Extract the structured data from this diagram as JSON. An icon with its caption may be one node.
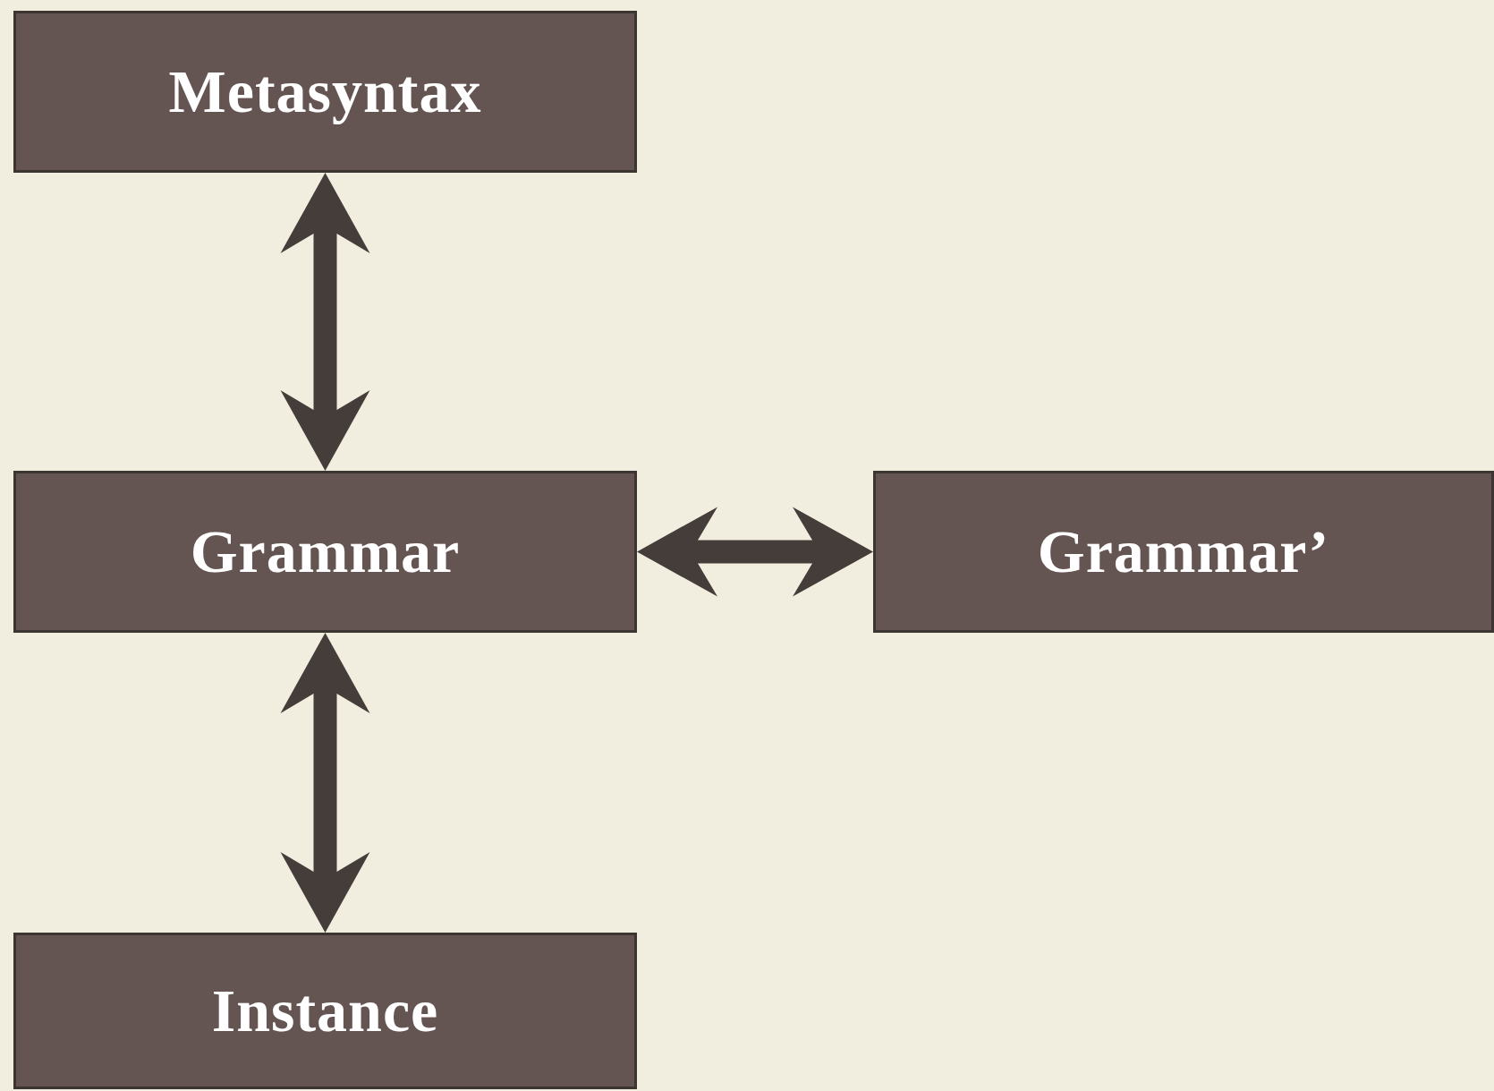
{
  "diagram": {
    "nodes": [
      {
        "text": [
          "Metasyntax"
        ]
      },
      {
        "text": [
          "Grammar"
        ]
      },
      {
        "text": [
          "Grammar’"
        ]
      },
      {
        "text": [
          "Instance"
        ]
      }
    ],
    "edges": [
      {
        "from": 0,
        "to": 1,
        "arrow": "both"
      },
      {
        "from": 1,
        "to": 2,
        "arrow": "both"
      },
      {
        "from": 1,
        "to": 3,
        "arrow": "both"
      }
    ]
  }
}
